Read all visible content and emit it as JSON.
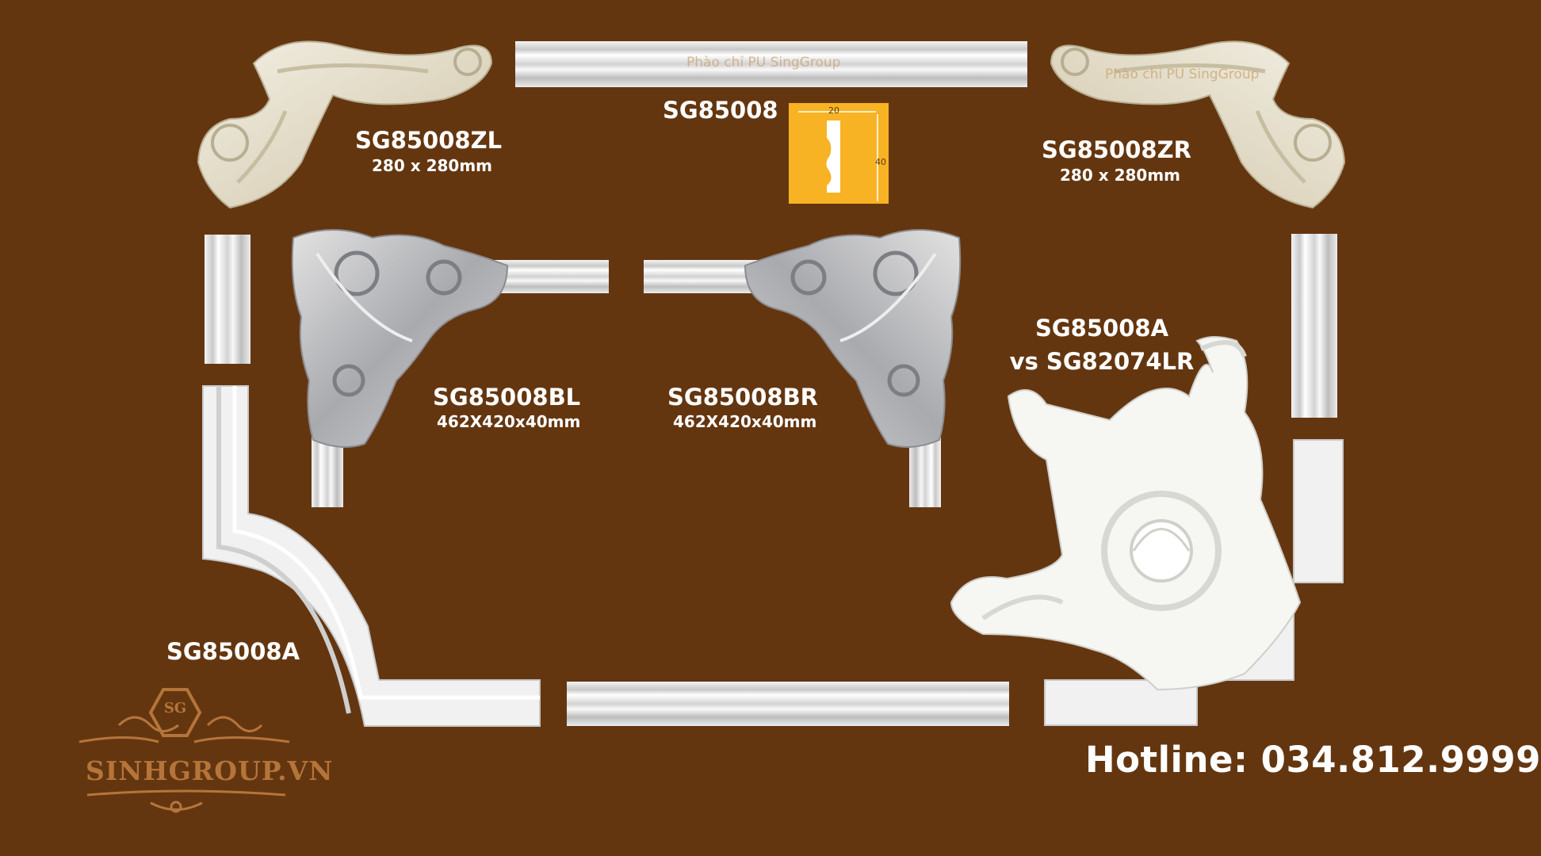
{
  "products": {
    "top_center": {
      "code": "SG85008"
    },
    "top_left": {
      "code": "SG85008ZL",
      "size": "280 x 280mm"
    },
    "top_right": {
      "code": "SG85008ZR",
      "size": "280 x 280mm"
    },
    "mid_left": {
      "code": "SG85008BL",
      "size": "462X420x40mm"
    },
    "mid_right": {
      "code": "SG85008BR",
      "size": "462X420x40mm"
    },
    "right_combo": {
      "line1": "SG85008A",
      "line2": "vs SG82074LR"
    },
    "bottom_left": {
      "code": "SG85008A"
    }
  },
  "profile": {
    "width": "20",
    "height": "40"
  },
  "watermarks": {
    "top_center": "Phào chỉ PU SingGroup",
    "top_right": "Phào chỉ PU SingGroup"
  },
  "brand": {
    "name": "SINHGROUP.VN",
    "monogram": "SG"
  },
  "hotline": "Hotline: 034.812.9999",
  "colors": {
    "background": "#643610",
    "accent": "#f7b323",
    "label": "#ffffff",
    "brand": "#b5753a"
  }
}
